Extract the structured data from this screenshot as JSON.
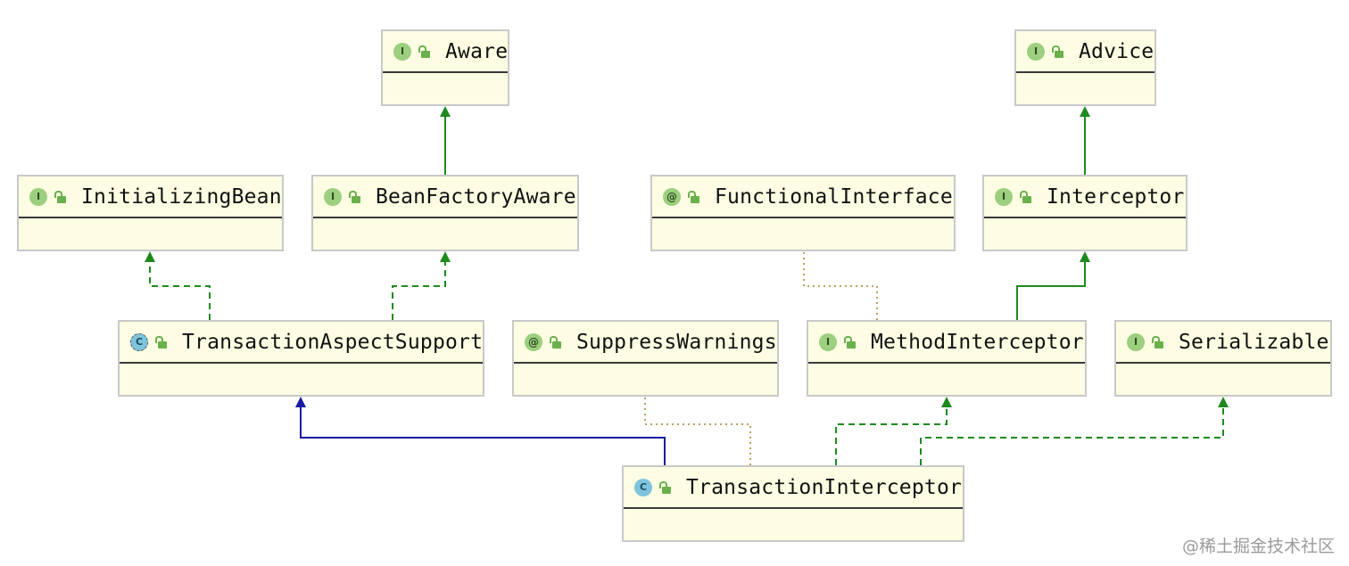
{
  "nodes": {
    "aware": {
      "kind": "I",
      "name": "Aware"
    },
    "advice": {
      "kind": "I",
      "name": "Advice"
    },
    "initializing_bean": {
      "kind": "I",
      "name": "InitializingBean"
    },
    "bean_factory_aware": {
      "kind": "I",
      "name": "BeanFactoryAware"
    },
    "functional_interface": {
      "kind": "@",
      "name": "FunctionalInterface"
    },
    "interceptor": {
      "kind": "I",
      "name": "Interceptor"
    },
    "transaction_aspect_support": {
      "kind": "C",
      "name": "TransactionAspectSupport"
    },
    "suppress_warnings": {
      "kind": "@",
      "name": "SuppressWarnings"
    },
    "method_interceptor": {
      "kind": "I",
      "name": "MethodInterceptor"
    },
    "serializable": {
      "kind": "I",
      "name": "Serializable"
    },
    "transaction_interceptor": {
      "kind": "C",
      "name": "TransactionInterceptor"
    }
  },
  "colors": {
    "node_fill": "#fdfde3",
    "node_border": "#c9c9c9",
    "interface_extends": "#1e8a1e",
    "implements": "#1e8a1e",
    "class_extends": "#1a1aa0",
    "annotation_link": "#b8a060",
    "interface_badge": "#9ccf7f",
    "class_badge": "#7ec4dc",
    "lock": "#6ab04c"
  },
  "watermark": "@稀土掘金技术社区"
}
